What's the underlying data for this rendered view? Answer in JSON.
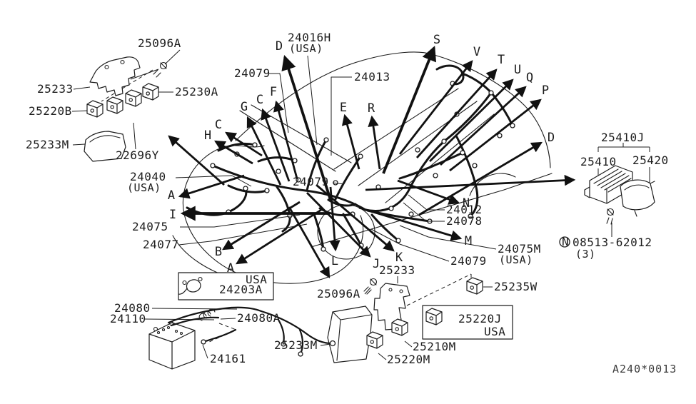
{
  "tl": {
    "screw": "25096A",
    "bracket": "25233",
    "relay_a": "25230A",
    "relay_b": "25220B",
    "cover": "25233M",
    "relay_c": "22696Y"
  },
  "top": {
    "harness_a": "24079",
    "sub": "24016H",
    "sub_usa": "(USA)",
    "main": "24013"
  },
  "left": {
    "body": "24040",
    "body_usa": "(USA)",
    "harness_b": "24075",
    "harness_c": "24077"
  },
  "mid": {
    "harness_d": "24079"
  },
  "right": {
    "engine": "24012",
    "harness_e": "24078",
    "body_m": "24075M",
    "body_m_usa": "(USA)",
    "harness_f": "24079",
    "link_asm": "25410J",
    "link": "25410",
    "link_cover": "25420",
    "screw_sym": "N",
    "screw_part": "08513-62012",
    "screw_qty": "(3)"
  },
  "bc": {
    "bracket": "25233",
    "screw": "25096A",
    "cover": "25233M",
    "relay_a": "25220M",
    "relay_b": "25210M",
    "relay_c": "25220J",
    "relay_c_usa": "USA",
    "relay_d": "25235W"
  },
  "bl": {
    "usa": "USA",
    "lamp": "24203A",
    "cable_a": "24080",
    "cable_b": "24110",
    "clip": "24080A",
    "cable_c": "24161"
  },
  "code": "A240*0013",
  "arrows": [
    {
      "ch": "A"
    },
    {
      "ch": "I"
    },
    {
      "ch": "B"
    },
    {
      "ch": "A"
    },
    {
      "ch": "L"
    },
    {
      "ch": "J"
    },
    {
      "ch": "K"
    },
    {
      "ch": "M"
    },
    {
      "ch": "N"
    },
    {
      "ch": "D"
    },
    {
      "ch": "E"
    },
    {
      "ch": "R"
    },
    {
      "ch": "S"
    },
    {
      "ch": "V"
    },
    {
      "ch": "T"
    },
    {
      "ch": "U"
    },
    {
      "ch": "Q"
    },
    {
      "ch": "P"
    },
    {
      "ch": "D"
    },
    {
      "ch": "G"
    },
    {
      "ch": "C"
    },
    {
      "ch": "F"
    },
    {
      "ch": "C"
    },
    {
      "ch": "H"
    }
  ]
}
